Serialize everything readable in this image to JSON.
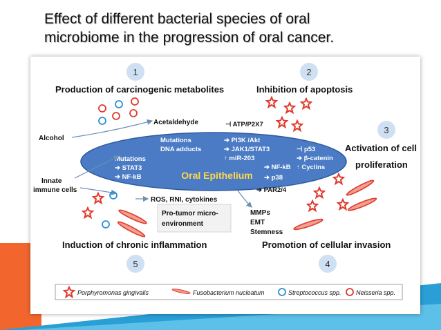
{
  "slide": {
    "title_line1": "Effect of different bacterial species of oral",
    "title_line2": "microbiome in the progression of oral cancer."
  },
  "steps": [
    {
      "num": "1",
      "label": "Production  of carcinogenic metabolites"
    },
    {
      "num": "2",
      "label": "Inhibition of apoptosis"
    },
    {
      "num": "3",
      "label_line1": "Activation of cell",
      "label_line2": "proliferation"
    },
    {
      "num": "4",
      "label": "Promotion of cellular invasion"
    },
    {
      "num": "5",
      "label": "Induction of chronic inflammation"
    }
  ],
  "center": {
    "label": "Oral Epithelium"
  },
  "inputs": {
    "alcohol": "Alcohol",
    "innate_line1": "Innate",
    "innate_line2": "immune cells"
  },
  "mechanisms": {
    "acetaldehyde": "Acetaldehyde",
    "mutations_top": "Mutations",
    "dna_adducts": "DNA adducts",
    "mutations_left": "Mutations",
    "stat3": "STAT3",
    "nfkb_left": "NF-kB",
    "atp_p2x7": "ATP/P2X7",
    "pi3k_akt": "PI3K /Akt",
    "jak1_stat3": "JAK1/STAT3",
    "mir203": "miR-203",
    "p53": "p53",
    "beta_catenin": "β-catenin",
    "cyclins": "Cyclins",
    "nfkb_right": "NF-kB",
    "p38": "p38",
    "par24": "PAR2/4",
    "ros": "ROS, RNI, cytokines",
    "protumor_line1": "Pro-tumor micro-",
    "protumor_line2": "environment",
    "mmps": "MMPs",
    "emt": "EMT",
    "stemness": "Stemness"
  },
  "legend": [
    {
      "icon": "porphyromonas-icon",
      "label": "Porphyromonas  gingivalis"
    },
    {
      "icon": "fusobacterium-icon",
      "label": "Fusobacterium nucleatum"
    },
    {
      "icon": "streptococcus-icon",
      "label": "Streptococcus spp."
    },
    {
      "icon": "neisseria-icon",
      "label": "Neisseria spp."
    }
  ],
  "colors": {
    "epithelium_fill": "#4a7bc4",
    "epithelium_text": "#ffd84a",
    "bacteria_red": "#e0392b",
    "streptococcus_blue": "#2a8fd6",
    "arrow_gray": "#6b8fb5",
    "step_circle": "#cfe0f2",
    "slide_orange": "#f2662d",
    "slide_blue": "#2a9fd6"
  }
}
